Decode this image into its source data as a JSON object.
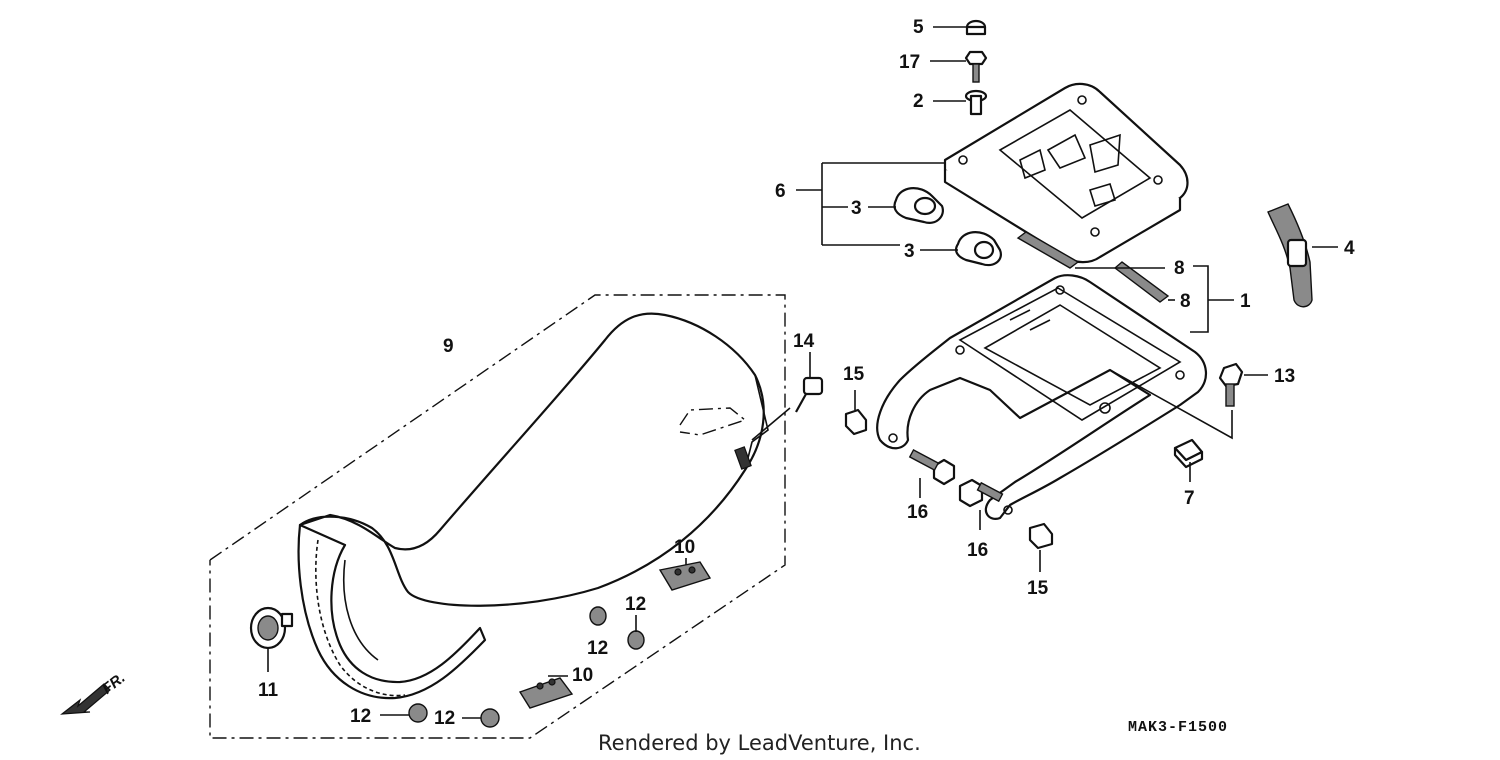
{
  "diagram": {
    "code": "MAK3-F1500",
    "credit": "Rendered by LeadVenture, Inc.",
    "front_marker": "FR.",
    "callouts": {
      "c1": "1",
      "c2": "2",
      "c3a": "3",
      "c3b": "3",
      "c4": "4",
      "c5": "5",
      "c6": "6",
      "c7": "7",
      "c8a": "8",
      "c8b": "8",
      "c9": "9",
      "c10a": "10",
      "c10b": "10",
      "c11": "11",
      "c12a": "12",
      "c12b": "12",
      "c12c": "12",
      "c12d": "12",
      "c13": "13",
      "c14": "14",
      "c15a": "15",
      "c15b": "15",
      "c16a": "16",
      "c16b": "16",
      "c17": "17"
    }
  }
}
